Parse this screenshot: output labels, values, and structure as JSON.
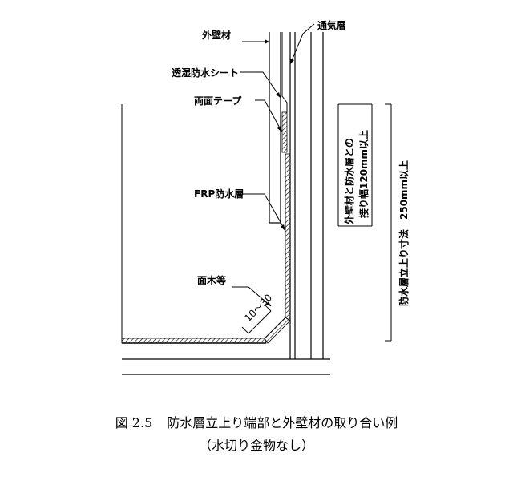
{
  "labels": {
    "exterior_wall": "外壁材",
    "ventilation_layer": "通気層",
    "breathable_sheet": "透湿防水シート",
    "double_sided_tape": "両面テープ",
    "frp_layer": "FRP防水層",
    "chamfer": "面木等"
  },
  "dimensions": {
    "chamfer_size": "10～30",
    "overlap_line1": "外壁材と防水層との",
    "overlap_line2": "接り幅120mm以上",
    "rise_height": "防水層立上り寸法　250mm以上"
  },
  "caption": {
    "figure_number": "図 2.5",
    "title": "防水層立上り端部と外壁材の取り合い例",
    "subtitle": "（水切り金物なし）"
  }
}
